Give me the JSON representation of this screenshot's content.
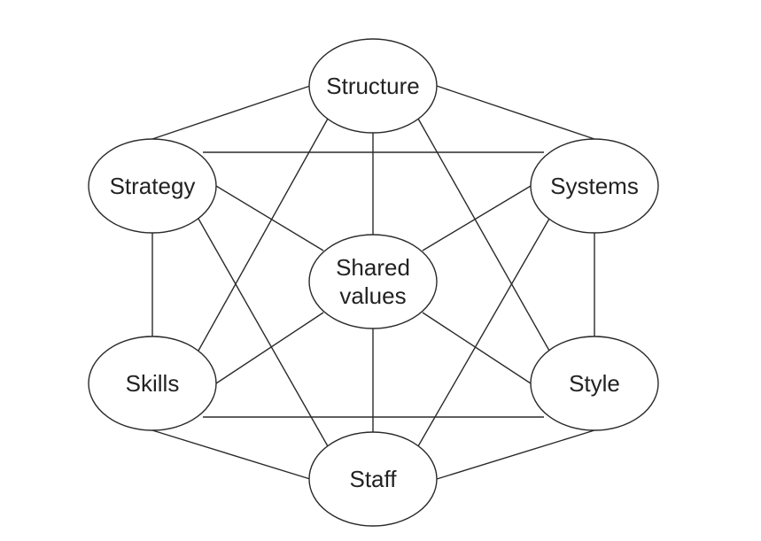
{
  "diagram": {
    "nodes": [
      {
        "id": "structure",
        "lines": [
          "Structure"
        ]
      },
      {
        "id": "strategy",
        "lines": [
          "Strategy"
        ]
      },
      {
        "id": "systems",
        "lines": [
          "Systems"
        ]
      },
      {
        "id": "shared-values",
        "lines": [
          "Shared",
          "values"
        ]
      },
      {
        "id": "skills",
        "lines": [
          "Skills"
        ]
      },
      {
        "id": "style",
        "lines": [
          "Style"
        ]
      },
      {
        "id": "staff",
        "lines": [
          "Staff"
        ]
      }
    ],
    "edges": [
      [
        "structure",
        "strategy"
      ],
      [
        "structure",
        "systems"
      ],
      [
        "structure",
        "shared-values"
      ],
      [
        "structure",
        "skills"
      ],
      [
        "structure",
        "style"
      ],
      [
        "strategy",
        "systems"
      ],
      [
        "strategy",
        "shared-values"
      ],
      [
        "strategy",
        "skills"
      ],
      [
        "strategy",
        "staff"
      ],
      [
        "systems",
        "shared-values"
      ],
      [
        "systems",
        "style"
      ],
      [
        "systems",
        "staff"
      ],
      [
        "shared-values",
        "skills"
      ],
      [
        "shared-values",
        "style"
      ],
      [
        "shared-values",
        "staff"
      ],
      [
        "skills",
        "style"
      ],
      [
        "skills",
        "staff"
      ],
      [
        "style",
        "staff"
      ]
    ],
    "colors": {
      "stroke": "#2a2a2a",
      "text": "#222222",
      "background": "#ffffff"
    }
  }
}
